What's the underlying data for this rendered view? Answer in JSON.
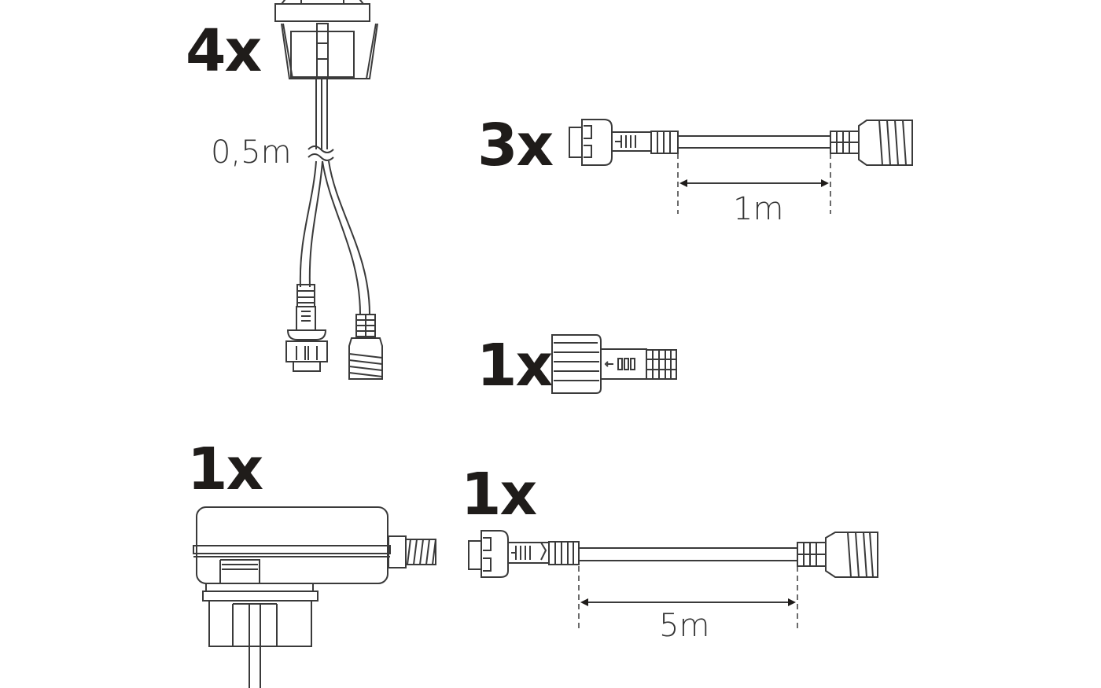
{
  "diagram": {
    "type": "parts-list",
    "line_color": "#3a3a3a",
    "text_color": "#1f1c1a",
    "background": "#ffffff",
    "parts": [
      {
        "id": "light-fixture-splitter",
        "quantity": "4x",
        "description": "Light fixture with Y-split cable and male/female connectors",
        "dimension": "0,5m"
      },
      {
        "id": "extension-cable-1m",
        "quantity": "3x",
        "description": "Extension cable with male and female connectors",
        "dimension": "1m"
      },
      {
        "id": "end-cap",
        "quantity": "1x",
        "description": "Terminating end cap connector",
        "dimension": ""
      },
      {
        "id": "power-adapter",
        "quantity": "1x",
        "description": "Plug-in power adapter with threaded output",
        "dimension": ""
      },
      {
        "id": "extension-cable-5m",
        "quantity": "1x",
        "description": "Extension cable with male and female connectors",
        "dimension": "5m"
      }
    ]
  }
}
